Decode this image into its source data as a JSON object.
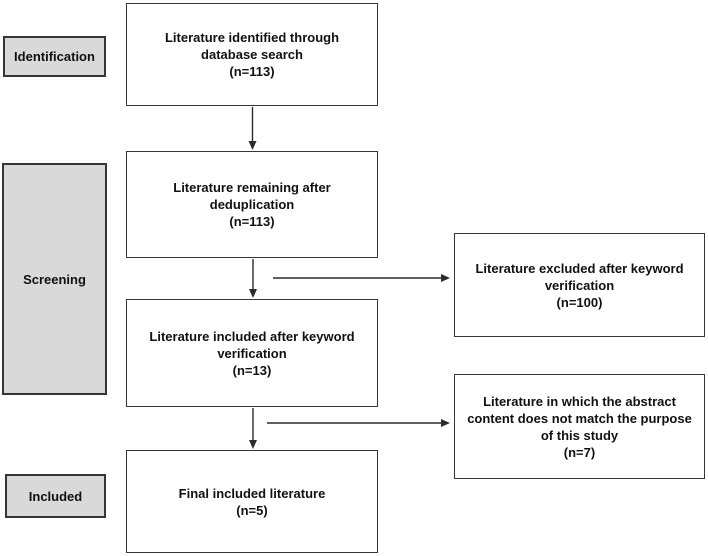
{
  "figure": {
    "type": "flow-diagram",
    "stages": [
      {
        "label": "Identification"
      },
      {
        "label": "Screening"
      },
      {
        "label": "Included"
      }
    ],
    "main_flow": [
      {
        "text": "Literature identified through\ndatabase search\n(n=113)"
      },
      {
        "text": "Literature remaining after\ndeduplication\n(n=113)"
      },
      {
        "text": "Literature included after keyword\nverification\n(n=13)"
      },
      {
        "text": "Final included literature\n(n=5)"
      }
    ],
    "exclusions": [
      {
        "text": "Literature excluded after keyword\nverification\n(n=100)"
      },
      {
        "text": "Literature in which the abstract\ncontent does not match the purpose\nof this study\n(n=7)"
      }
    ],
    "counts": {
      "identified": 113,
      "after_deduplication": 113,
      "after_keyword_verification": 13,
      "excluded_after_keyword_verification": 100,
      "abstract_mismatch_excluded": 7,
      "final_included": 5
    },
    "colors": {
      "stage_fill": "#d9d9d9",
      "node_fill": "#ffffff",
      "border": "#363636",
      "arrow": "#2b2b2b",
      "text": "#111111"
    }
  }
}
